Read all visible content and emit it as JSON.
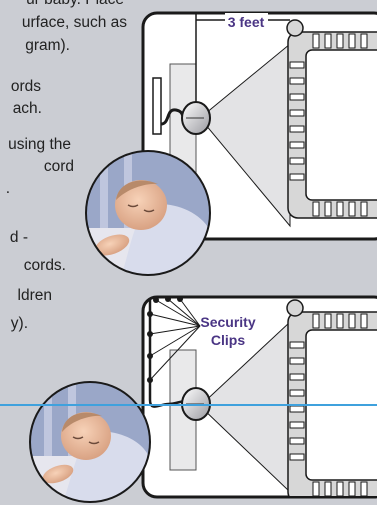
{
  "text_lines": [
    "ur baby. Place",
    "urface, such as",
    "gram).",
    "ords",
    "ach.",
    "using the",
    "cord",
    ".",
    "d -",
    "cords.",
    "ldren",
    "y)."
  ],
  "diagram": {
    "top_label": "3 feet",
    "clips_label_line1": "Security",
    "clips_label_line2": "Clips"
  },
  "colors": {
    "background": "#cbcdd3",
    "label_text": "#4a3584",
    "blue_rule": "#3fa1dd",
    "cord": "#1a1a1a",
    "crib_border": "#d7d7d7"
  }
}
